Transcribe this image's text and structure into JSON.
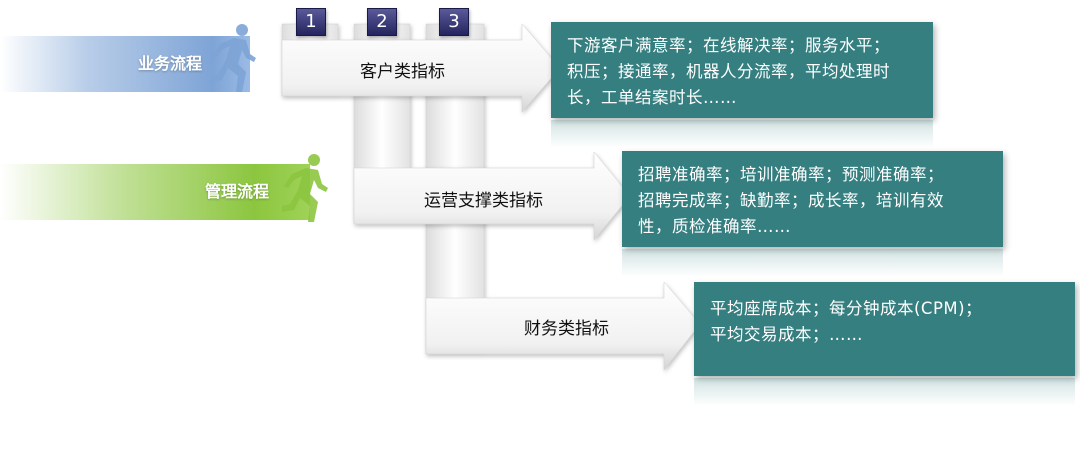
{
  "processes": [
    {
      "label": "业务流程",
      "color": "#7fa6d8"
    },
    {
      "label": "管理流程",
      "color": "#8cc63f"
    }
  ],
  "steps": [
    "1",
    "2",
    "3"
  ],
  "arrows": [
    {
      "label": "客户类指标"
    },
    {
      "label": "运营支撑类指标"
    },
    {
      "label": "财务类指标"
    }
  ],
  "boxes": [
    {
      "lines": [
        "下游客户满意率；在线解决率；服务水平；",
        "积压；接通率，机器人分流率，平均处理时",
        "长，工单结案时长……"
      ]
    },
    {
      "lines": [
        "招聘准确率；培训准确率；预测准确率；",
        "招聘完成率；缺勤率；成长率，培训有效",
        "性，质检准确率……"
      ]
    },
    {
      "lines": [
        "平均座席成本；每分钟成本(CPM)；",
        "平均交易成本；……"
      ]
    }
  ],
  "colors": {
    "box": "#367f80",
    "step": "#2b2b66"
  }
}
